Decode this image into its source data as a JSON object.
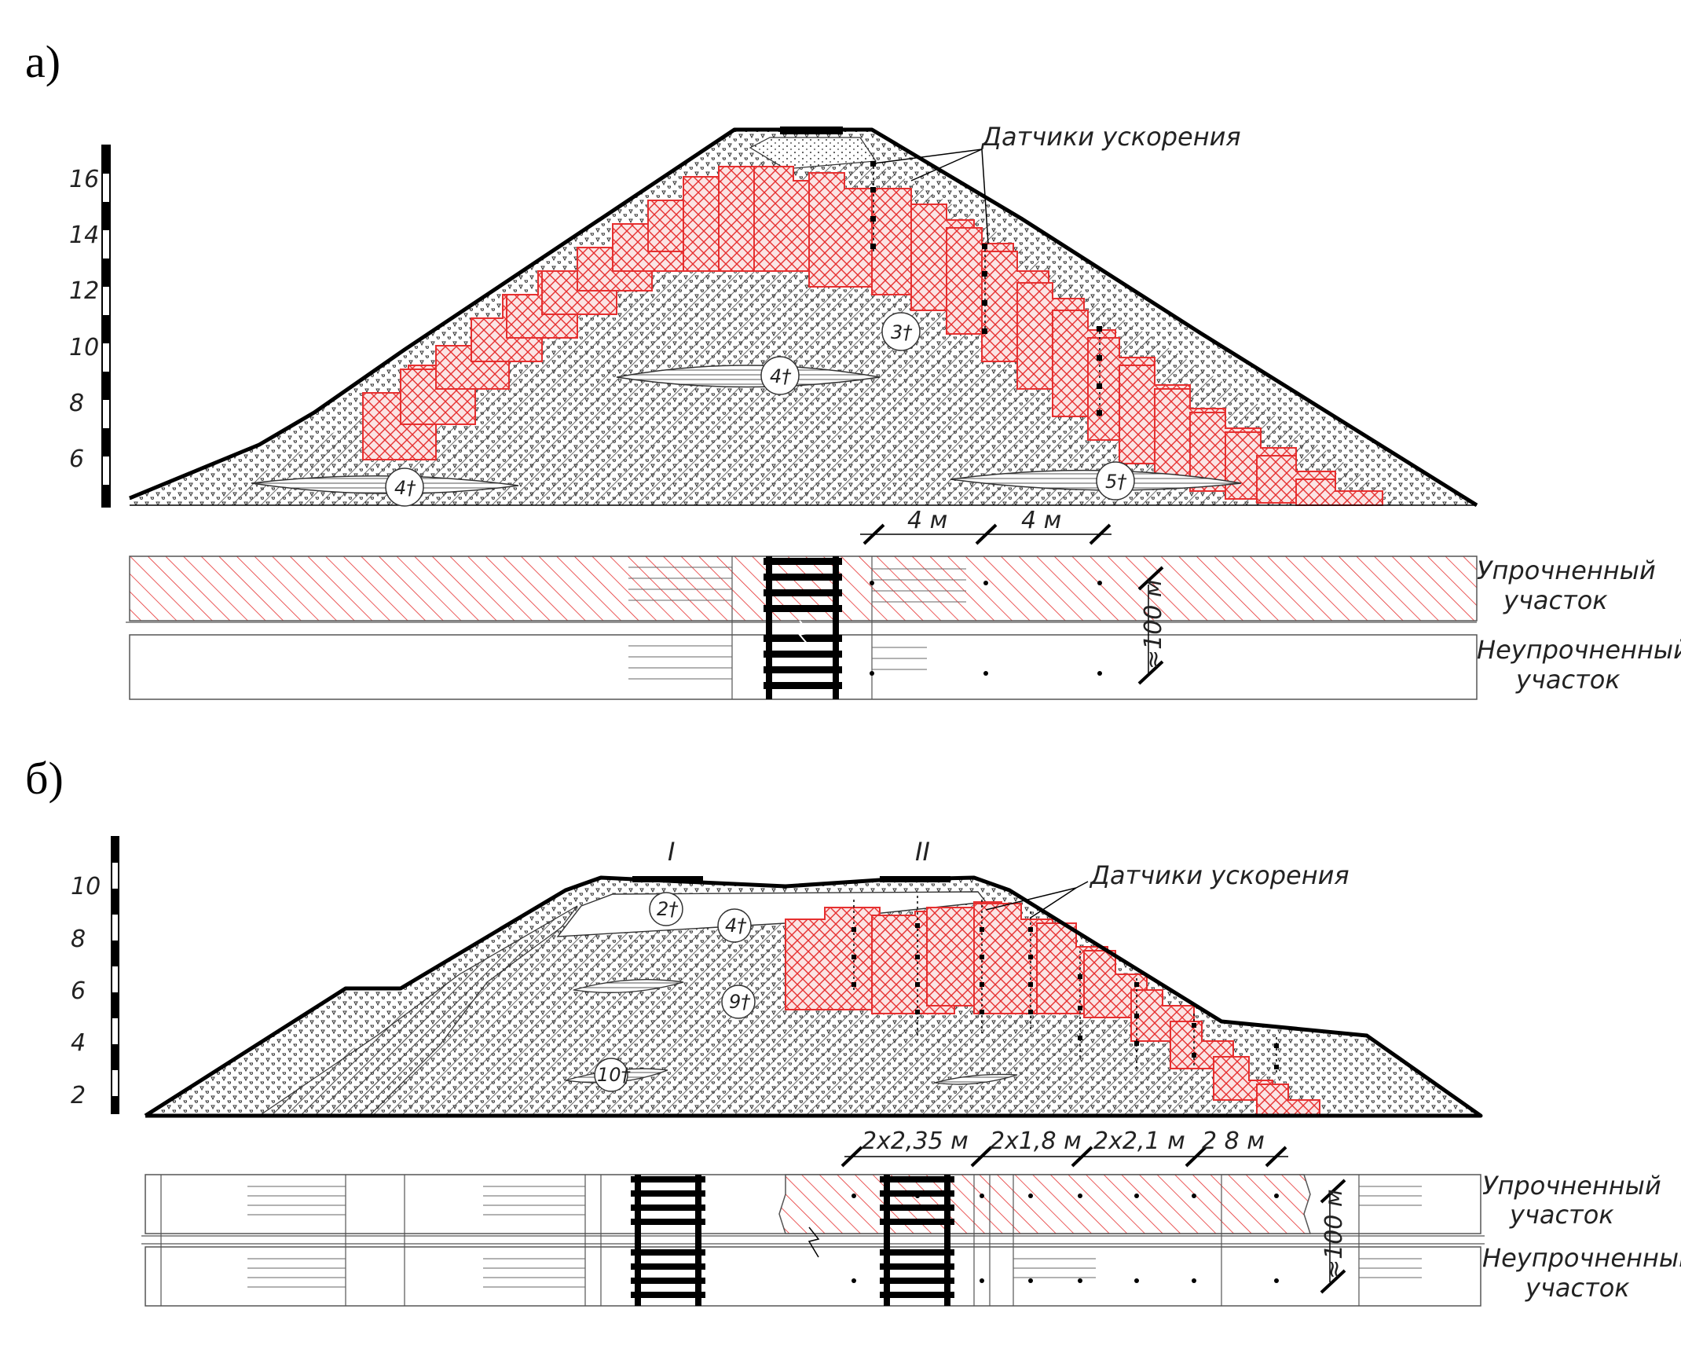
{
  "panels": [
    {
      "letter": "а)",
      "scale_ticks": [
        "16",
        "14",
        "12",
        "10",
        "8",
        "6"
      ],
      "sensors_label": "Датчики ускорения",
      "soil_labels": [
        "3†",
        "4†",
        "4†",
        "5†"
      ],
      "dimensions": [
        "4 м",
        "4 м"
      ],
      "length_label": "≈100 м",
      "reinforced_label": [
        "Упрочненный",
        "участок"
      ],
      "unreinforced_label": [
        "Неупрочненный",
        "участок"
      ]
    },
    {
      "letter": "б)",
      "scale_ticks": [
        "10",
        "8",
        "6",
        "4",
        "2"
      ],
      "track_labels": [
        "I",
        "II"
      ],
      "sensors_label": "Датчики ускорения",
      "soil_labels": [
        "2†",
        "4†",
        "9†",
        "10†"
      ],
      "dimensions": [
        "2х2,35 м",
        "2х1,8 м",
        "2х2,1 м",
        "2 8 м"
      ],
      "length_label": "≈100 м",
      "reinforced_label": [
        "Упрочненный",
        "участок"
      ],
      "unreinforced_label": [
        "Неупрочненный",
        "участок"
      ]
    }
  ],
  "colors": {
    "reinforcement": "#e63030",
    "outline": "#000000",
    "hatch": "#555555"
  }
}
